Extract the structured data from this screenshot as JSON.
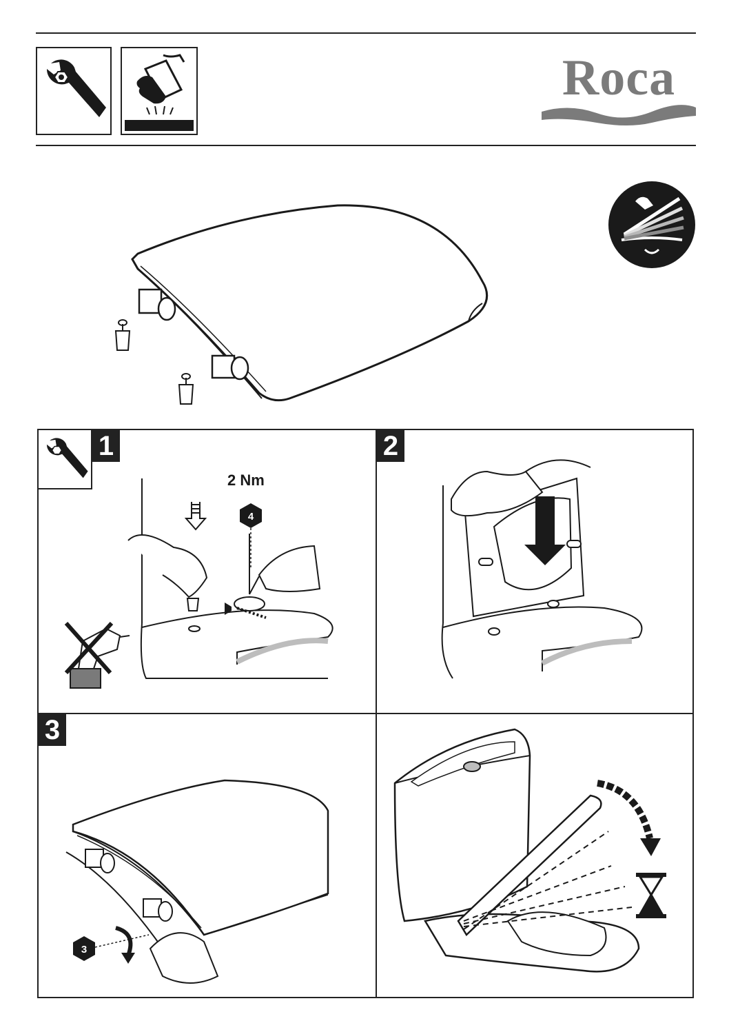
{
  "brand": {
    "logo_text": "Roca"
  },
  "header": {
    "icons": [
      "wrench-icon",
      "wipe-clean-icon"
    ]
  },
  "product": {
    "feature_icon": "soft-close-icon"
  },
  "steps": [
    {
      "number": "1",
      "torque": "2 Nm",
      "tool_badge": "4"
    },
    {
      "number": "2"
    },
    {
      "number": "3",
      "tool_badge": "3"
    }
  ],
  "colors": {
    "line": "#222222",
    "logo_gray": "#7b7b7b",
    "shadow_gray": "#bdbdbd"
  }
}
